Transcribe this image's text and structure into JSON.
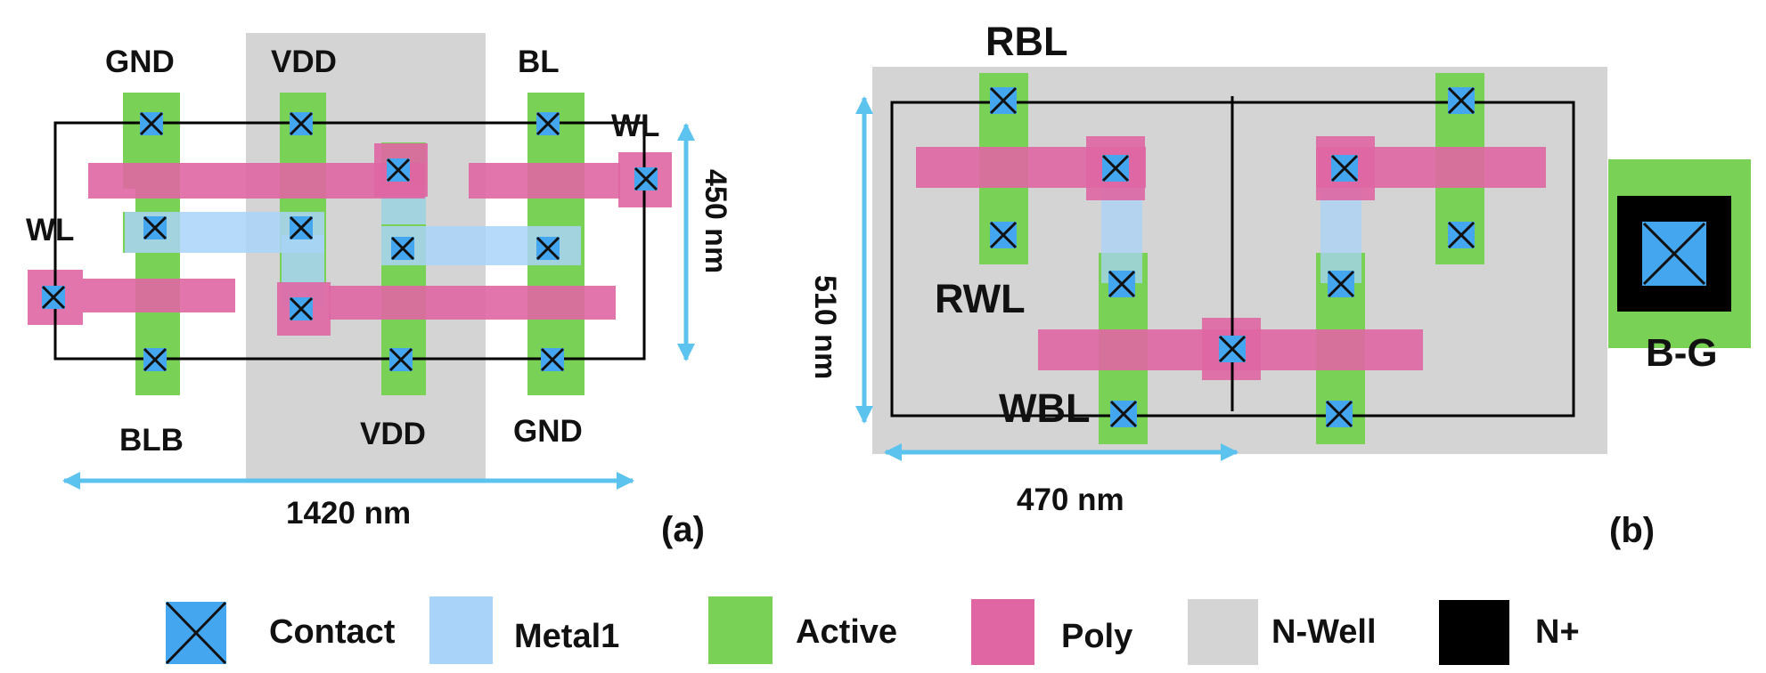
{
  "colors": {
    "contact": "#45a6f0",
    "metal1": "#a9d3f8",
    "active": "#79d155",
    "poly": "#df66a3",
    "nwell": "#d4d4d4",
    "nplus": "#000000",
    "dim_arrow": "#5cc2ee",
    "outline": "#000000"
  },
  "panel_a": {
    "caption": "(a)",
    "labels": {
      "gnd_top": "GND",
      "vdd_top": "VDD",
      "bl": "BL",
      "wl_right": "WL",
      "wl_left": "WL",
      "blb": "BLB",
      "vdd_bottom": "VDD",
      "gnd_bottom": "GND"
    },
    "dim_height": "450 nm",
    "dim_width": "1420 nm"
  },
  "panel_b": {
    "caption": "(b)",
    "labels": {
      "rbl": "RBL",
      "rwl": "RWL",
      "wbl": "WBL",
      "bg": "B-G"
    },
    "dim_height": "510 nm",
    "dim_width": "470 nm"
  },
  "legend": [
    {
      "label": "Contact",
      "icon": "contact-icon"
    },
    {
      "label": "Metal1",
      "icon": "metal1-swatch"
    },
    {
      "label": "Active",
      "icon": "active-swatch"
    },
    {
      "label": "Poly",
      "icon": "poly-swatch"
    },
    {
      "label": "N-Well",
      "icon": "nwell-swatch"
    },
    {
      "label": "N+",
      "icon": "nplus-swatch"
    }
  ]
}
